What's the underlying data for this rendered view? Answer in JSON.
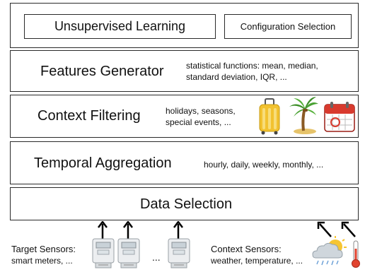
{
  "layers": {
    "top": {
      "unsupervised": "Unsupervised Learning",
      "config": "Configuration Selection"
    },
    "features": {
      "title": "Features Generator",
      "desc_line1": "statistical functions: mean, median,",
      "desc_line2": "standard deviation, IQR, ..."
    },
    "context": {
      "title": "Context Filtering",
      "desc_line1": "holidays, seasons,",
      "desc_line2": "special events, ...",
      "icons": [
        "suitcase-icon",
        "palm-tree-icon",
        "calendar-icon"
      ]
    },
    "temporal": {
      "title": "Temporal Aggregation",
      "desc": "hourly, daily, weekly, monthly, ..."
    },
    "data": {
      "title": "Data Selection"
    }
  },
  "sensors": {
    "target_title": "Target Sensors:",
    "target_sub": "smart meters, ...",
    "ellipsis": "...",
    "context_title": "Context Sensors:",
    "context_sub": "weather, temperature, ...",
    "icons": [
      "smart-meter-icon",
      "weather-icon",
      "thermometer-icon"
    ]
  },
  "colors": {
    "border": "#2a2a2a",
    "suitcase": "#f2c230",
    "calendar": "#d83a2e",
    "palm": "#3f8f2a",
    "sun": "#f6c531"
  }
}
